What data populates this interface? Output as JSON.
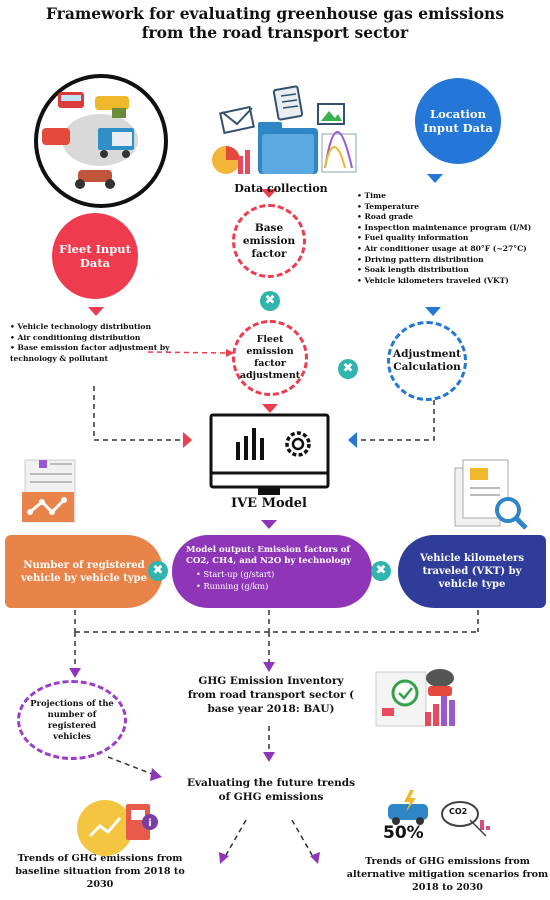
{
  "title_line1": "Framework for evaluating greenhouse gas emissions",
  "title_line2": "from the road transport sector",
  "data_collection": "Data collection",
  "location_input": "Location Input Data",
  "location_items": [
    "Time",
    "Temperature",
    "Road grade",
    "Inspection maintenance program (I/M)",
    "Fuel quality information",
    "Air conditioner usage at 80°F (~27°C)",
    "Driving pattern distribution",
    "Soak length distribution",
    "Vehicle kilometers traveled (VKT)"
  ],
  "fleet_input": "Fleet Input Data",
  "fleet_items": [
    "Vehicle technology distribution",
    "Air conditioning distribution",
    "Base emission factor adjustment by technology & pollutant"
  ],
  "base_emission": "Base emission factor",
  "fleet_emission": "Fleet emission factor adjustment",
  "adjustment": "Adjustment Calculation",
  "ive_model": "IVE Model",
  "registered": "Number of registered vehicle by vehicle type",
  "model_output_title": "Model output: Emission factors of CO2, CH4, and N2O by technology",
  "model_output_items": [
    "Start-up (g/start)",
    "Running (g/km)"
  ],
  "vkt_box": "Vehicle kilometers traveled (VKT) by vehicle type",
  "inventory": "GHG Emission Inventory  from road transport sector ( base year 2018: BAU)",
  "projections": "Projections of the number of registered vehicles",
  "evaluating": "Evaluating the future trends of GHG emissions",
  "trend_baseline": "Trends of GHG emissions  from baseline situation  from 2018 to 2030",
  "trend_mitigation": "Trends of GHG emissions  from alternative mitigation scenarios from 2018 to 2030",
  "pct_50": "50%",
  "co2_label": "CO2",
  "colors": {
    "red": "#ee3b4e",
    "blue": "#2477d6",
    "teal": "#2fb5ad",
    "orange": "#e8844a",
    "purple": "#8e35b8",
    "navy": "#2f3c9a"
  }
}
